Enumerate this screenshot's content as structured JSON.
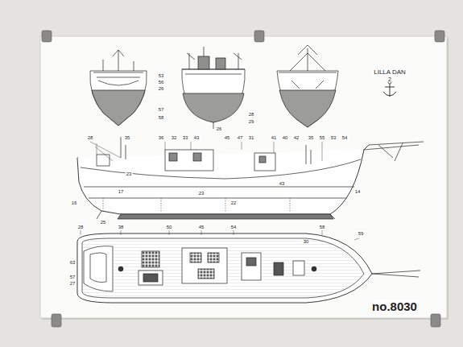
{
  "diagram": {
    "title": "LILLA DAN",
    "labels": [
      "2",
      "no.8030",
      "28",
      "35",
      "36",
      "32",
      "33",
      "43",
      "45",
      "47",
      "31",
      "41",
      "40",
      "42",
      "35",
      "55",
      "53",
      "54",
      "23",
      "17",
      "23",
      "22",
      "14",
      "16",
      "25",
      "43",
      "53",
      "56",
      "26",
      "57",
      "58",
      "28",
      "29",
      "26",
      "28",
      "38",
      "50",
      "45",
      "54",
      "58",
      "59",
      "30",
      "63",
      "57",
      "27"
    ]
  }
}
